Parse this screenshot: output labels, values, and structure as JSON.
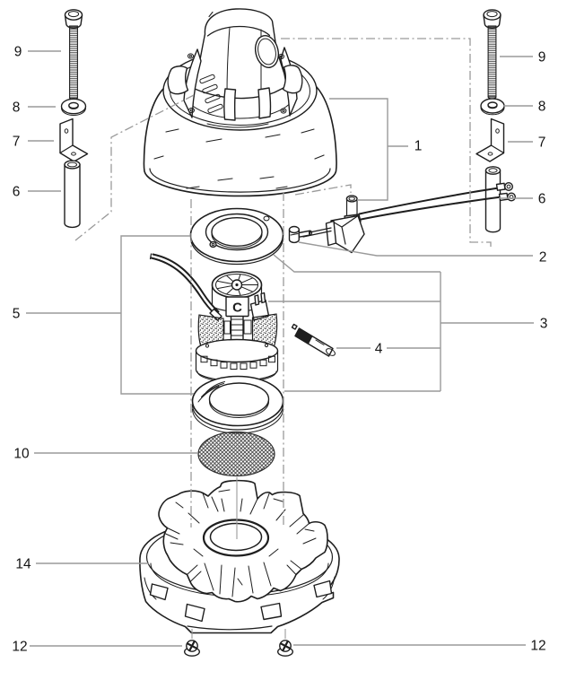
{
  "diagram": {
    "kind": "exploded-parts-diagram",
    "background": "#ffffff",
    "outline_color": "#1e1e1e",
    "leader_color": "#9a9a9a"
  },
  "motor_marking": "C",
  "callouts": {
    "left_9": "9",
    "left_8": "8",
    "left_7": "7",
    "left_6": "6",
    "left_5": "5",
    "left_10": "10",
    "left_14": "14",
    "left_12": "12",
    "right_9": "9",
    "right_8": "8",
    "right_7": "7",
    "right_6": "6",
    "right_1": "1",
    "right_2": "2",
    "right_3": "3",
    "right_12": "12",
    "mid_4": "4"
  }
}
